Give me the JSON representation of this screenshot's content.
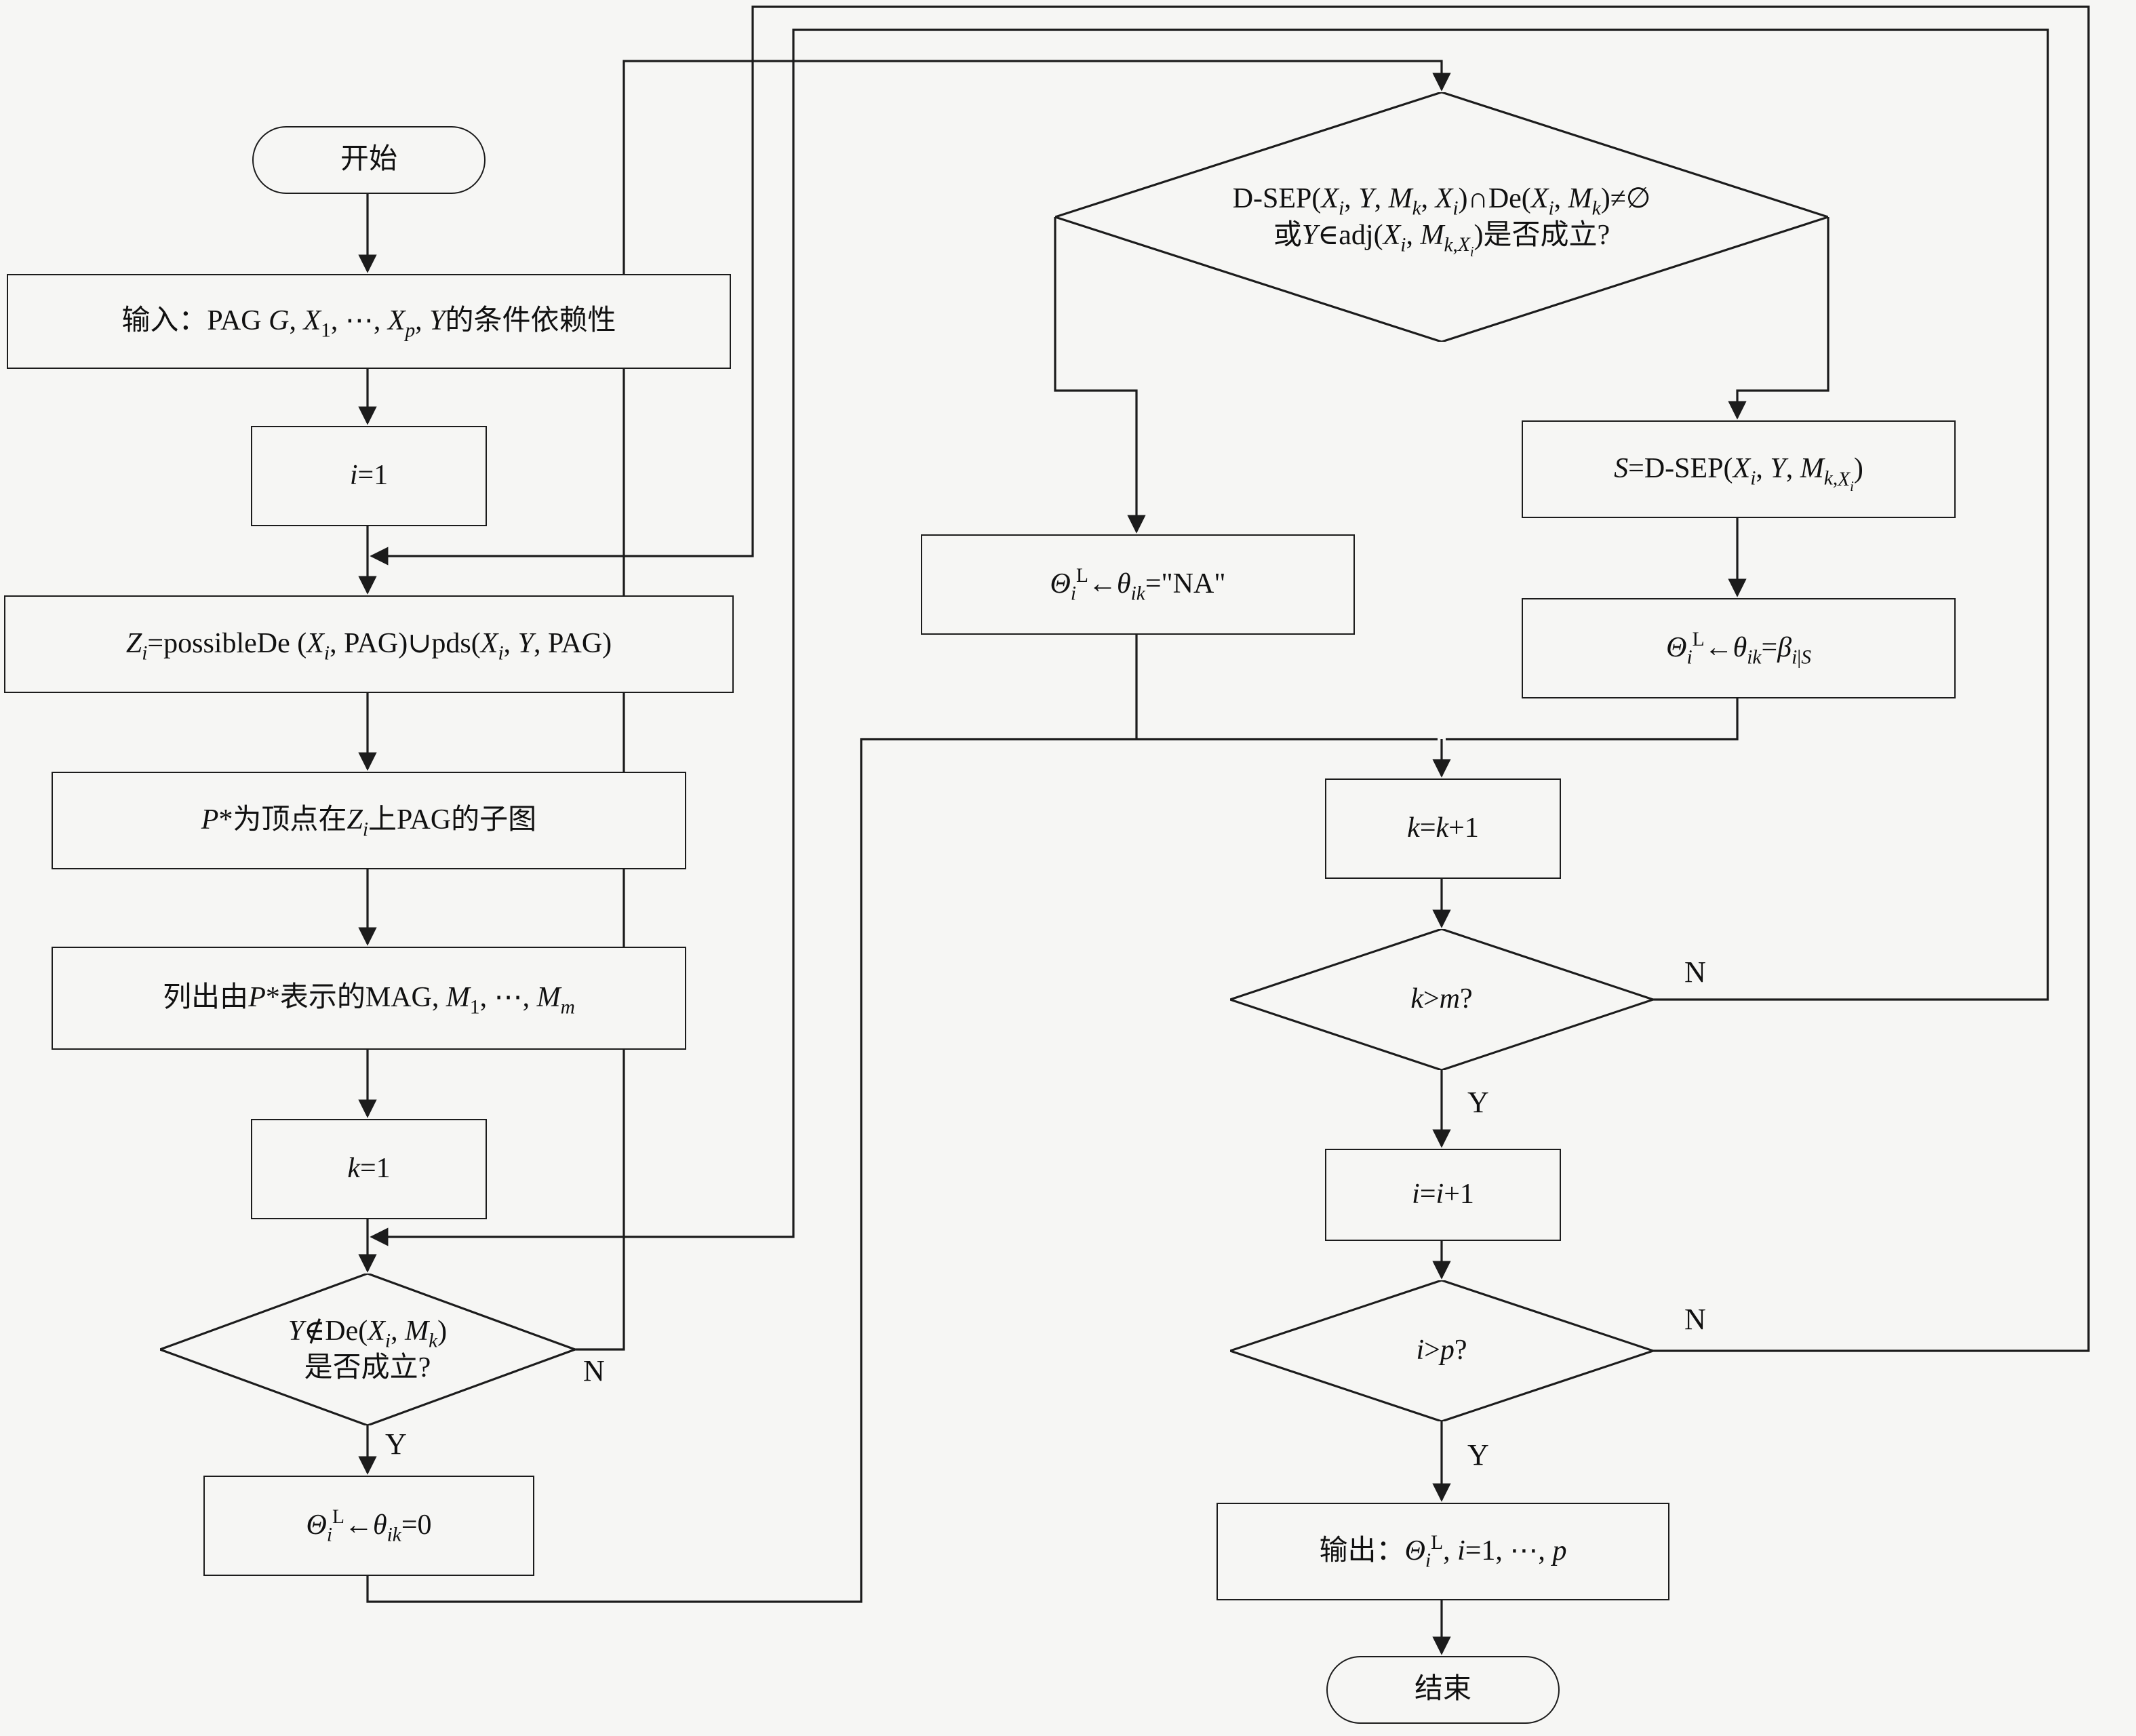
{
  "figure": {
    "background": "#f6f6f4",
    "stroke": "#1c1c1c"
  },
  "nodes": {
    "start": {
      "label": "开始"
    },
    "input": {
      "label_html": "输入：PAG <i>G</i>, <i>X</i><sub>1</sub>, ⋯, <i>X</i><sub><i>p</i></sub>, <i>Y</i>的条件依赖性"
    },
    "set_i": {
      "label_html": "<i>i</i>=1"
    },
    "z_i": {
      "label_html": "<i>Z</i><sub><i>i</i></sub>=possibleDe (<i>X</i><sub><i>i</i></sub>, PAG)∪pds(<i>X</i><sub><i>i</i></sub>, <i>Y</i>, PAG)"
    },
    "p_star": {
      "label_html": "<i>P</i>*为顶点在<i>Z</i><sub><i>i</i></sub>上PAG的子图"
    },
    "list_mag": {
      "label_html": "列出由<i>P</i>*表示的MAG, <i>M</i><sub>1</sub>, ⋯, <i>M</i><sub><i>m</i></sub>"
    },
    "set_k": {
      "label_html": "<i>k</i>=1"
    },
    "check_de": {
      "label_html": "<i>Y</i>∉De(<i>X</i><sub><i>i</i></sub>, <i>M</i><sub><i>k</i></sub>)<br>是否成立?"
    },
    "theta_zero": {
      "label_html": "<i>Θ</i><sub><i>i</i></sub><sup>L</sup>←<i>θ</i><sub><i>ik</i></sub>=0"
    },
    "check_dsep": {
      "label_html": "D-SEP(<i>X</i><sub><i>i</i></sub>, <i>Y</i>, <i>M</i><sub><i>k</i></sub>, <i>X</i><sub><i>i</i></sub>)∩De(<i>X</i><sub><i>i</i></sub>, <i>M</i><sub><i>k</i></sub>)≠∅<br>或<i>Y</i>∈adj(<i>X</i><sub><i>i</i></sub>, <i>M</i><sub><i>k</i>,<i>X<sub>i</sub></i></sub>)是否成立?"
    },
    "theta_na": {
      "label_html": "<i>Θ</i><sub><i>i</i></sub><sup>L</sup>←<i>θ</i><sub><i>ik</i></sub>=\"NA\""
    },
    "set_s": {
      "label_html": "<i>S</i>=D-SEP(<i>X</i><sub><i>i</i></sub>, <i>Y</i>, <i>M</i><sub><i>k</i>,<i>X<sub>i</sub></i></sub>)"
    },
    "theta_beta": {
      "label_html": "<i>Θ</i><sub><i>i</i></sub><sup>L</sup>←<i>θ</i><sub><i>ik</i></sub>=<i>β</i><sub><i>i</i>|<i>S</i></sub>"
    },
    "inc_k": {
      "label_html": "<i>k</i>=<i>k</i>+1"
    },
    "check_k": {
      "label_html": "<i>k</i>&gt;<i>m</i>?"
    },
    "inc_i": {
      "label_html": "<i>i</i>=<i>i</i>+1"
    },
    "check_i": {
      "label_html": "<i>i</i>&gt;<i>p</i>?"
    },
    "output": {
      "label_html": "输出：<i>Θ</i><sub><i>i</i></sub><sup>L</sup>, <i>i</i>=1, ⋯, <i>p</i>"
    },
    "end": {
      "label": "结束"
    }
  },
  "branch_labels": {
    "check_de_yes": "Y",
    "check_de_no": "N",
    "check_k_yes": "Y",
    "check_k_no": "N",
    "check_i_yes": "Y",
    "check_i_no": "N"
  }
}
